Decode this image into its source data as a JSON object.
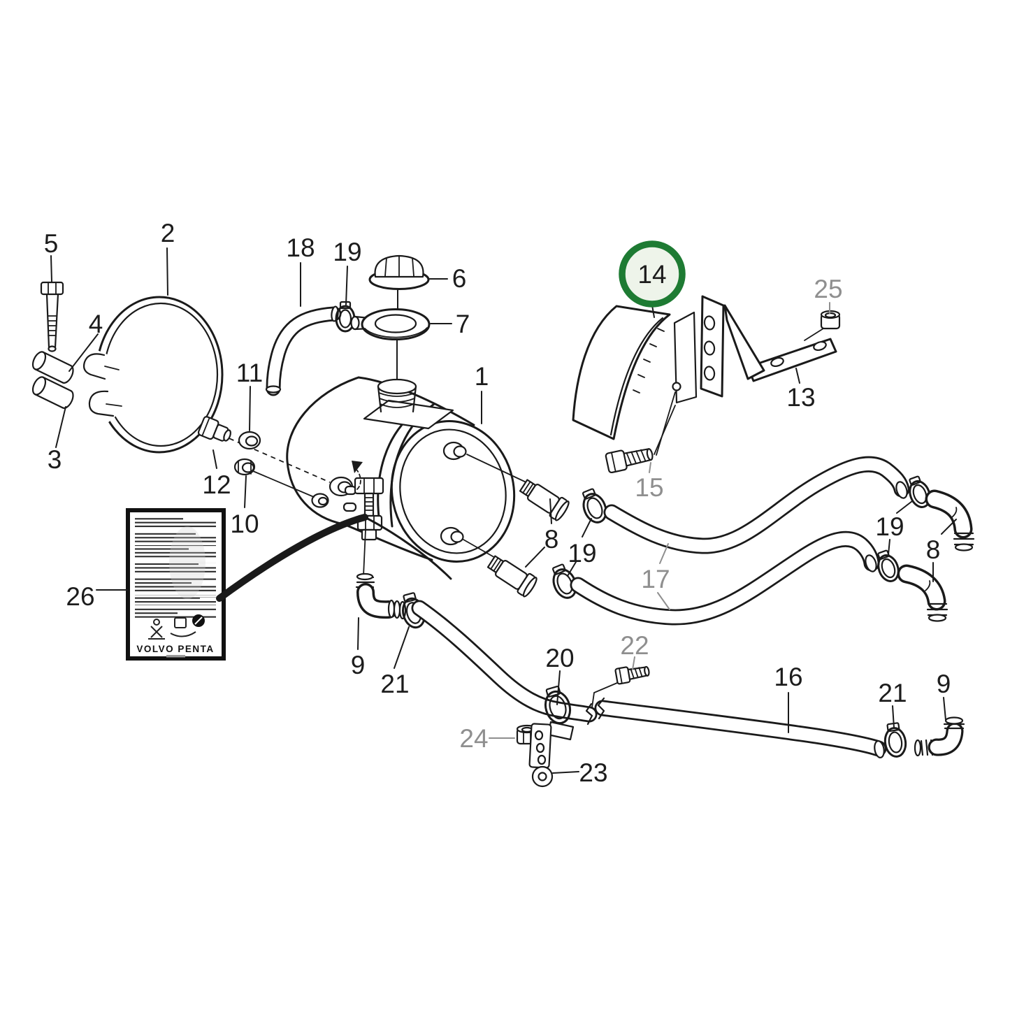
{
  "diagram": {
    "type": "exploded-parts-diagram",
    "brand_label": "VOLVO PENTA",
    "highlight": {
      "label": "14",
      "ring_color": "#1e7b33",
      "fill_color": "#eef4ea"
    },
    "colors": {
      "line": "#1a1a1a",
      "muted_callout": "#8f8f8f",
      "background": "#ffffff"
    }
  },
  "callouts": [
    {
      "label": "5",
      "muted": false
    },
    {
      "label": "2",
      "muted": false
    },
    {
      "label": "18",
      "muted": false
    },
    {
      "label": "19",
      "muted": false
    },
    {
      "label": "6",
      "muted": false
    },
    {
      "label": "7",
      "muted": false
    },
    {
      "label": "14",
      "muted": false,
      "highlighted": true
    },
    {
      "label": "25",
      "muted": true
    },
    {
      "label": "4",
      "muted": false
    },
    {
      "label": "1",
      "muted": false
    },
    {
      "label": "13",
      "muted": false
    },
    {
      "label": "3",
      "muted": false
    },
    {
      "label": "11",
      "muted": false
    },
    {
      "label": "12",
      "muted": false
    },
    {
      "label": "10",
      "muted": false
    },
    {
      "label": "15",
      "muted": true
    },
    {
      "label": "8",
      "muted": false
    },
    {
      "label": "19",
      "muted": false
    },
    {
      "label": "17",
      "muted": true
    },
    {
      "label": "19",
      "muted": false
    },
    {
      "label": "8",
      "muted": false
    },
    {
      "label": "26",
      "muted": false
    },
    {
      "label": "9",
      "muted": false
    },
    {
      "label": "21",
      "muted": false
    },
    {
      "label": "20",
      "muted": false
    },
    {
      "label": "22",
      "muted": true
    },
    {
      "label": "24",
      "muted": true
    },
    {
      "label": "23",
      "muted": false
    },
    {
      "label": "16",
      "muted": false
    },
    {
      "label": "21",
      "muted": false
    },
    {
      "label": "9",
      "muted": false
    }
  ]
}
